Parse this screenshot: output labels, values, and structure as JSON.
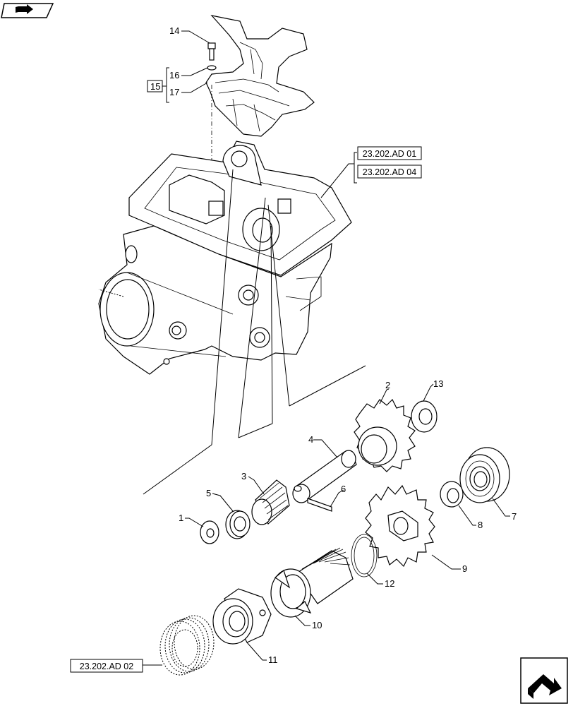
{
  "callouts": [
    {
      "id": "c1",
      "text": "1"
    },
    {
      "id": "c2",
      "text": "2"
    },
    {
      "id": "c3",
      "text": "3"
    },
    {
      "id": "c4",
      "text": "4"
    },
    {
      "id": "c5",
      "text": "5"
    },
    {
      "id": "c6",
      "text": "6"
    },
    {
      "id": "c7",
      "text": "7"
    },
    {
      "id": "c8",
      "text": "8"
    },
    {
      "id": "c9",
      "text": "9"
    },
    {
      "id": "c10",
      "text": "10"
    },
    {
      "id": "c11",
      "text": "11"
    },
    {
      "id": "c12",
      "text": "12"
    },
    {
      "id": "c13",
      "text": "13"
    },
    {
      "id": "c14",
      "text": "14"
    },
    {
      "id": "c15",
      "text": "15"
    },
    {
      "id": "c16",
      "text": "16"
    },
    {
      "id": "c17",
      "text": "17"
    }
  ],
  "references": {
    "ref_ad01": "23.202.AD 01",
    "ref_ad04": "23.202.AD 04",
    "ref_ad02": "23.202.AD 02"
  },
  "icons": {
    "top_left": "book-arrow-icon",
    "bottom_right": "next-page-arrow-icon"
  }
}
